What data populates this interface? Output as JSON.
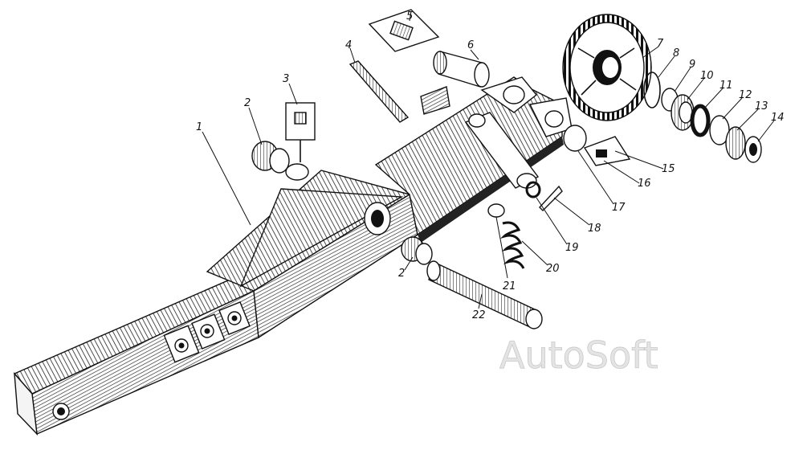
{
  "diagram": {
    "callouts": [
      {
        "id": "c1",
        "text": "1"
      },
      {
        "id": "c2a",
        "text": "2"
      },
      {
        "id": "c2b",
        "text": "2"
      },
      {
        "id": "c3",
        "text": "3"
      },
      {
        "id": "c4",
        "text": "4"
      },
      {
        "id": "c5",
        "text": "5"
      },
      {
        "id": "c6",
        "text": "6"
      },
      {
        "id": "c7",
        "text": "7"
      },
      {
        "id": "c8",
        "text": "8"
      },
      {
        "id": "c9",
        "text": "9"
      },
      {
        "id": "c10",
        "text": "10"
      },
      {
        "id": "c11",
        "text": "11"
      },
      {
        "id": "c12",
        "text": "12"
      },
      {
        "id": "c13",
        "text": "13"
      },
      {
        "id": "c14",
        "text": "14"
      },
      {
        "id": "c15",
        "text": "15"
      },
      {
        "id": "c16",
        "text": "16"
      },
      {
        "id": "c17",
        "text": "17"
      },
      {
        "id": "c18",
        "text": "18"
      },
      {
        "id": "c19",
        "text": "19"
      },
      {
        "id": "c20",
        "text": "20"
      },
      {
        "id": "c21",
        "text": "21"
      },
      {
        "id": "c22",
        "text": "22"
      }
    ]
  },
  "watermark": {
    "text": "AutoSoft"
  }
}
